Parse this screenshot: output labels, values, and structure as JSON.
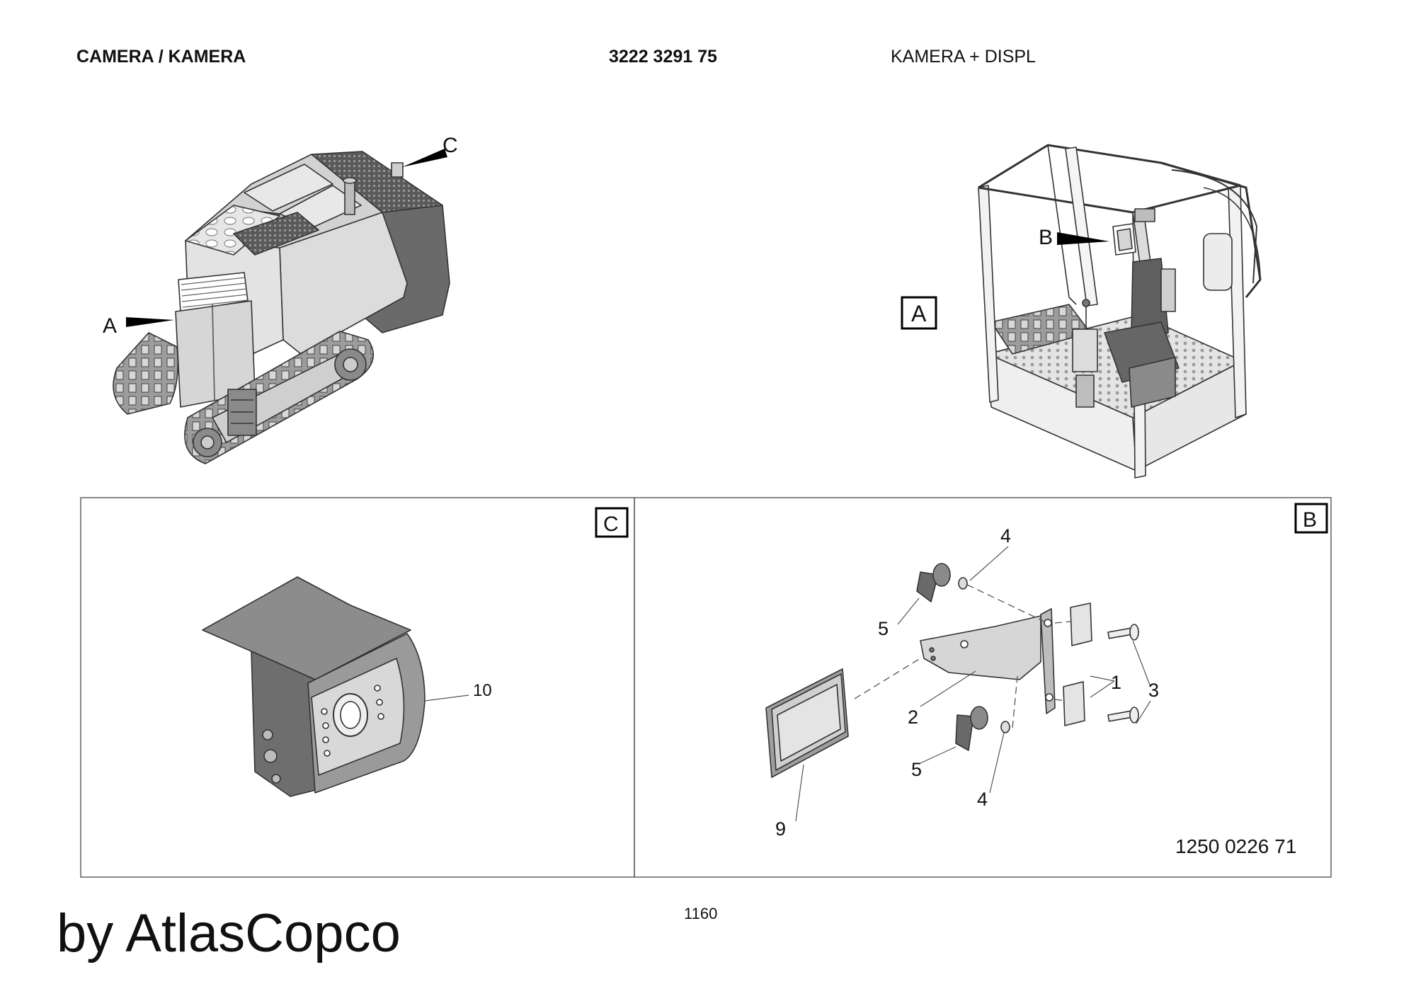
{
  "header": {
    "title": "CAMERA / KAMERA",
    "part_number": "3222 3291 75",
    "description": "KAMERA + DISPL"
  },
  "callouts": {
    "a_arrow": "A",
    "b_arrow": "B",
    "c_arrow": "C",
    "a_box": "A",
    "b_box": "B",
    "c_box": "C"
  },
  "items": {
    "item_1": "1",
    "item_2": "2",
    "item_3": "3",
    "item_4_top": "4",
    "item_4_bottom": "4",
    "item_5_top": "5",
    "item_5_bottom": "5",
    "item_9": "9",
    "item_10": "10"
  },
  "drawing_number": "1250 0226 71",
  "page_number": "1160",
  "brand": "by AtlasCopco"
}
